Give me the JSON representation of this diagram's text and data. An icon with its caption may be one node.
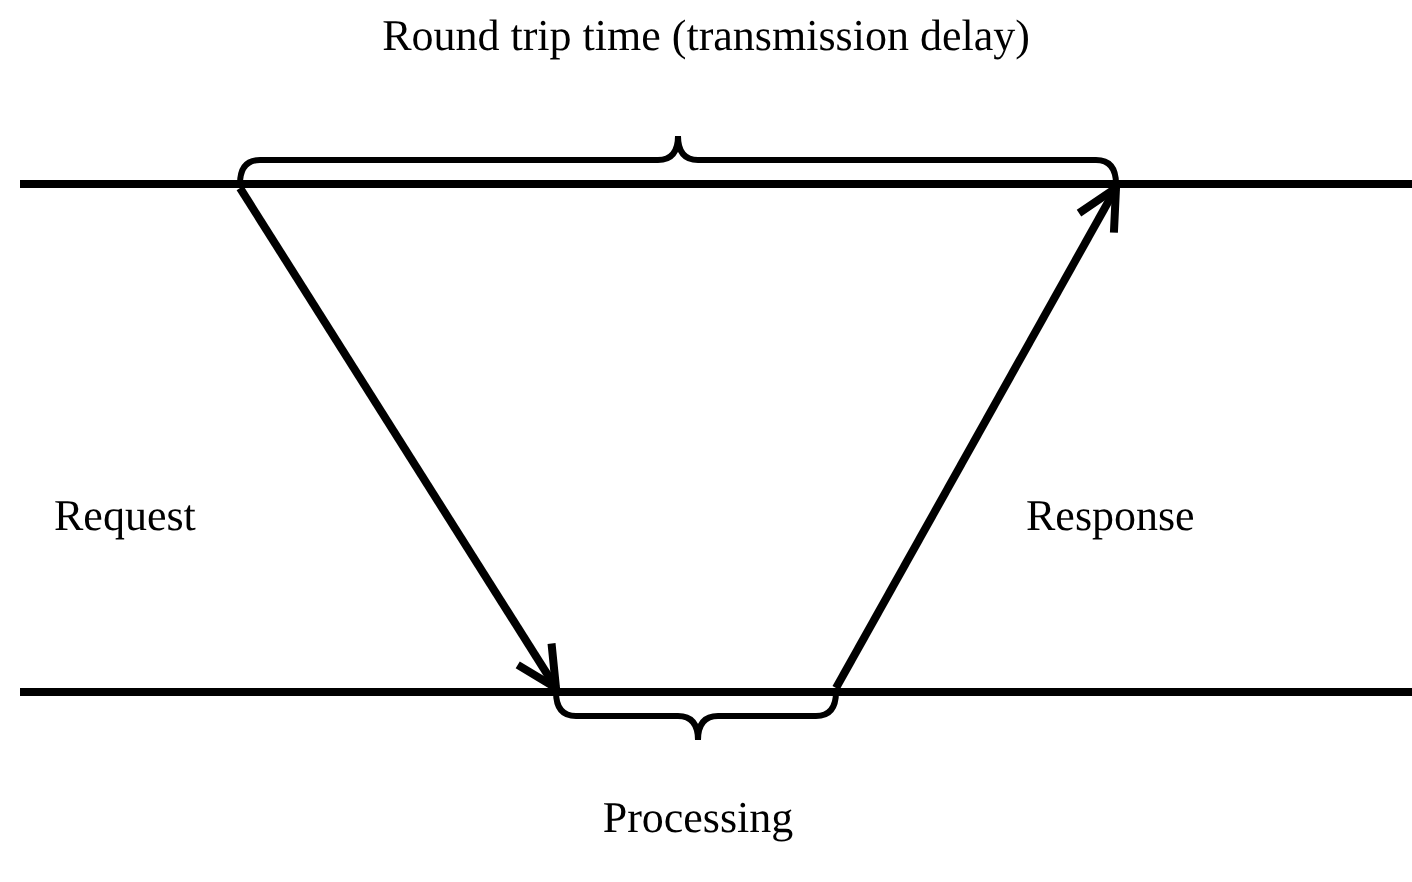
{
  "diagram": {
    "nodes": [
      {
        "text": [],
        "shape": "bar"
      },
      {
        "text": [],
        "shape": "bar"
      }
    ],
    "edges": [
      {
        "from": 0,
        "to": 1,
        "arrow": "to",
        "label": "Request"
      },
      {
        "from": 1,
        "to": 0,
        "arrow": "to",
        "label": "Response"
      }
    ],
    "labels": [
      "Round trip time (transmission delay)",
      "Processing"
    ]
  }
}
